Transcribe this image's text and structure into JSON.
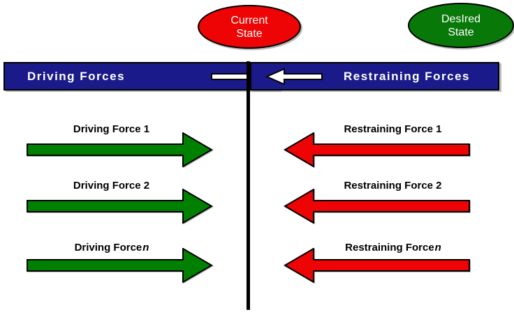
{
  "colors": {
    "current_state_fill": "#ee0404",
    "desired_state_fill": "#087808",
    "header_bar_fill": "#1a1a8a",
    "driving_arrow_fill": "#008000",
    "restraining_arrow_fill": "#ee0404",
    "header_arrow_fill": "#ffffff",
    "outline_color": "#000000",
    "label_text": "#000000",
    "header_text": "#ffffff",
    "state_text": "#ffffff"
  },
  "states": {
    "current": {
      "label": "Current State"
    },
    "desired": {
      "label": "DesIred State"
    }
  },
  "headers": {
    "driving": "Driving Forces",
    "restraining": "Restraining Forces"
  },
  "forces": {
    "driving": [
      {
        "label": "Driving Force 1",
        "suffix": ""
      },
      {
        "label": "Driving Force 2",
        "suffix": ""
      },
      {
        "label": "Driving Force",
        "suffix": "n"
      }
    ],
    "restraining": [
      {
        "label": "Restraining Force 1",
        "suffix": ""
      },
      {
        "label": "Restraining Force 2",
        "suffix": ""
      },
      {
        "label": "Restraining Force",
        "suffix": "n"
      }
    ]
  }
}
